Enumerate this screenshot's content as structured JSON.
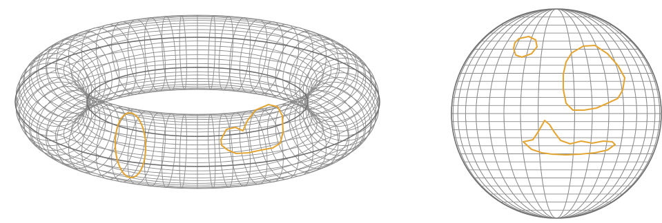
{
  "colors": {
    "background": "#ffffff",
    "mesh": "#8a8a8a",
    "mesh_outline": "#6f6f6f",
    "curve": "#e3a533"
  },
  "figures": [
    {
      "name": "torus",
      "surface": "torus",
      "mesh_color": "#8a8a8a",
      "curves": [
        {
          "name": "meridian-loop",
          "type": "meridian",
          "color": "#e3a533"
        },
        {
          "name": "blob-loop",
          "type": "closed-curve",
          "color": "#e3a533"
        }
      ]
    },
    {
      "name": "sphere",
      "surface": "sphere",
      "mesh_color": "#8a8a8a",
      "curves": [
        {
          "name": "small-loop",
          "type": "closed-curve",
          "color": "#e3a533"
        },
        {
          "name": "large-loop",
          "type": "closed-curve",
          "color": "#e3a533"
        },
        {
          "name": "bottom-loop",
          "type": "closed-curve",
          "color": "#e3a533"
        }
      ]
    }
  ]
}
